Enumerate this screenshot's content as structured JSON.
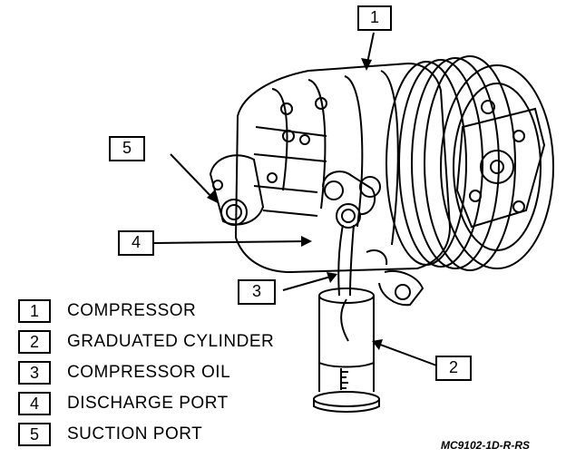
{
  "callouts": [
    "1",
    "2",
    "3",
    "4",
    "5"
  ],
  "legend": [
    {
      "num": "1",
      "label": "COMPRESSOR"
    },
    {
      "num": "2",
      "label": "GRADUATED CYLINDER"
    },
    {
      "num": "3",
      "label": "COMPRESSOR OIL"
    },
    {
      "num": "4",
      "label": "DISCHARGE PORT"
    },
    {
      "num": "5",
      "label": "SUCTION PORT"
    }
  ],
  "figure_code": "MC9102-1D-R-RS"
}
